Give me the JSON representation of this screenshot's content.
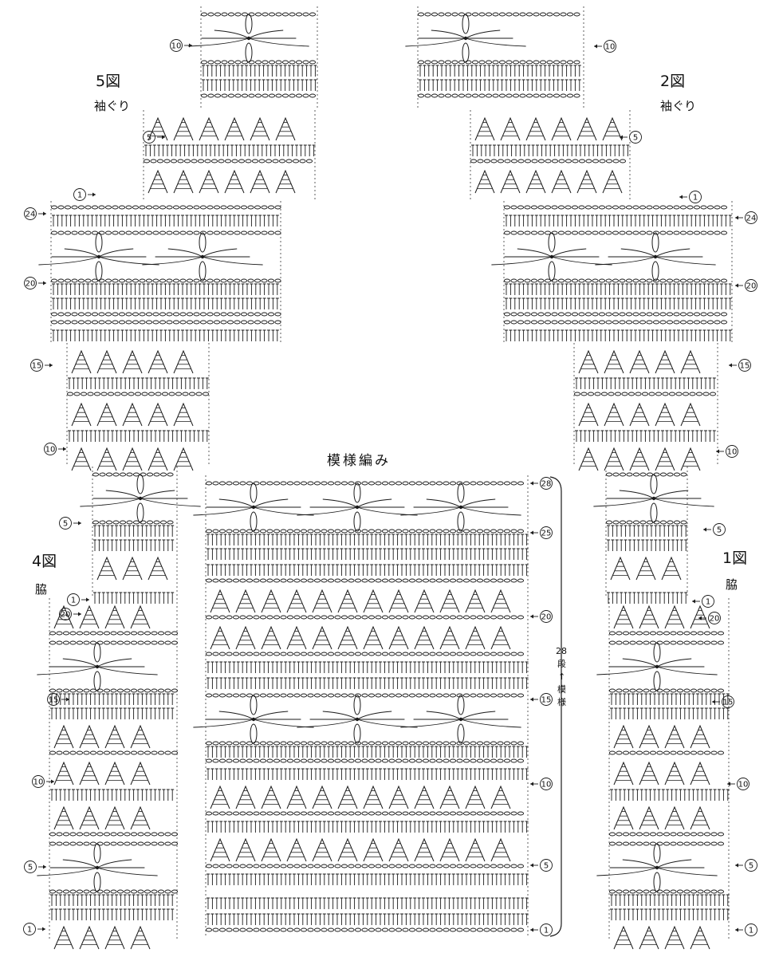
{
  "figures": [
    {
      "id": "fig5",
      "label": "5図",
      "sublabel": "袖ぐり"
    },
    {
      "id": "fig2",
      "label": "2図",
      "sublabel": "袖ぐり"
    },
    {
      "id": "fig4",
      "label": "4図",
      "sublabel": "脇"
    },
    {
      "id": "fig1",
      "label": "1図",
      "sublabel": "脇"
    }
  ],
  "pattern": {
    "title": "模様編み",
    "repeat_count": "28",
    "repeat_unit": "段",
    "repeat_arrow": "↑",
    "repeat_word": "模様"
  },
  "row_markers": {
    "fig5": [
      "10",
      "5",
      "1",
      "24",
      "20",
      "15",
      "10",
      "5"
    ],
    "fig2": [
      "10",
      "5",
      "1",
      "24",
      "20",
      "15",
      "10",
      "5"
    ],
    "fig4": [
      "1",
      "20",
      "15",
      "10",
      "5",
      "1"
    ],
    "fig1": [
      "1",
      "20",
      "15",
      "10",
      "5",
      "1"
    ],
    "main": [
      "28",
      "25",
      "20",
      "15",
      "10",
      "5",
      "1"
    ]
  },
  "colors": {
    "ink": "#1a1a1a",
    "paper": "#ffffff"
  }
}
